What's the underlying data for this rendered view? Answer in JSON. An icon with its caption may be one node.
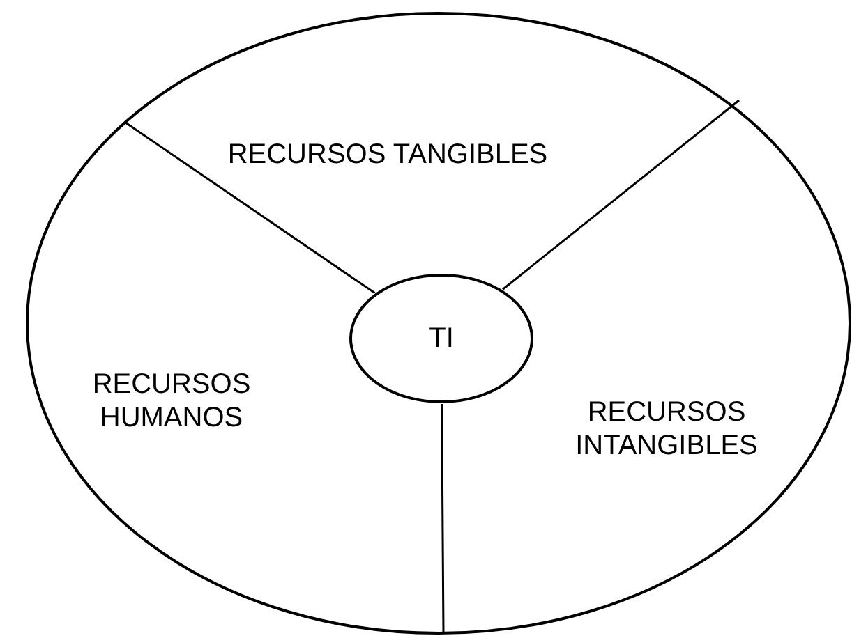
{
  "diagram": {
    "nodes": [
      {
        "text": [
          "RECURSOS TANGIBLES",
          "RECURSOS HUMANOS",
          "RECURSOS INTANGIBLES"
        ]
      },
      {
        "text": [
          "TI"
        ],
        "in": 0
      }
    ],
    "edges": [
      {
        "from": 1,
        "to": 0,
        "arrow": "none"
      },
      {
        "from": 1,
        "to": 0,
        "arrow": "none"
      },
      {
        "from": 1,
        "to": 0,
        "arrow": "none"
      }
    ]
  }
}
